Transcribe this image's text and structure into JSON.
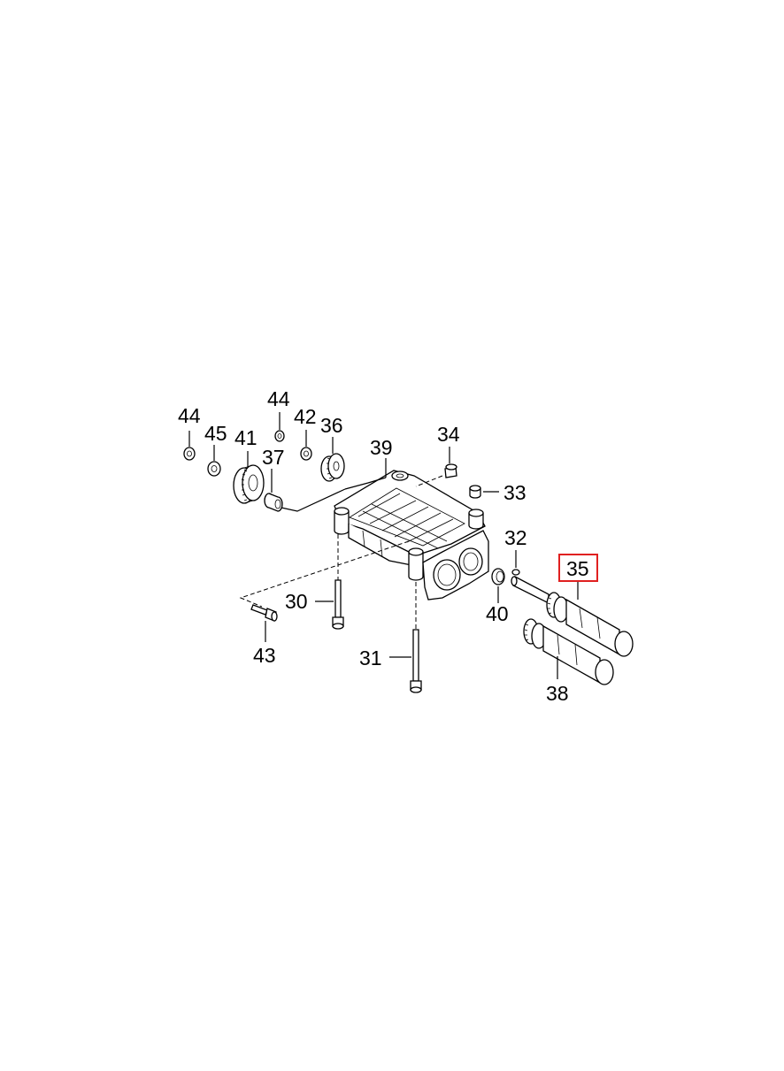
{
  "diagram": {
    "highlight_color": "#e02020",
    "labels": {
      "p44a": "44",
      "p45": "45",
      "p41": "41",
      "p44b": "44",
      "p42": "42",
      "p36": "36",
      "p37": "37",
      "p39": "39",
      "p34": "34",
      "p33": "33",
      "p32": "32",
      "p35": "35",
      "p40": "40",
      "p30": "30",
      "p43": "43",
      "p31": "31",
      "p38": "38"
    },
    "highlighted_part": "35"
  }
}
